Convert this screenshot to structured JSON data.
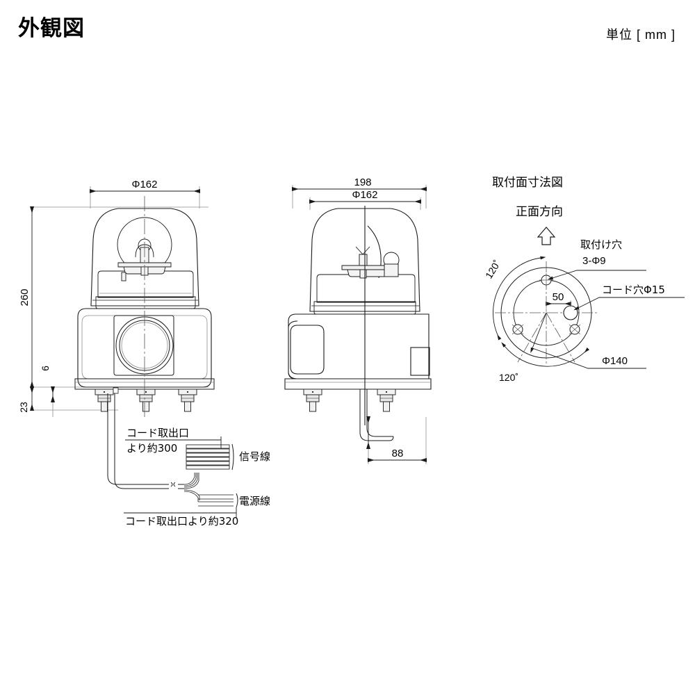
{
  "header": {
    "title": "外観図",
    "unit": "単位 [ mm ]"
  },
  "views": {
    "front": {
      "name": "front-view",
      "dimensions": {
        "width_top": "Φ162",
        "height_total": "260",
        "foot_gap": "6",
        "bottom_offset": "23"
      },
      "cord_labels": {
        "signal_len_line1": "コード取出口",
        "signal_len_line2": "より約300",
        "signal_name": "信号線",
        "power_len": "コード取出口より約320",
        "power_name": "電源線"
      }
    },
    "side": {
      "name": "side-view",
      "dimensions": {
        "width_overall": "198",
        "width_dome": "Φ162",
        "cord_offset": "88"
      }
    },
    "mounting": {
      "name": "mounting-surface-view",
      "title": "取付面寸法図",
      "front_direction": "正面方向",
      "hole_label_line1": "取付け穴",
      "hole_label_line2": "3-Φ9",
      "cord_hole_label": "コード穴Φ15",
      "cord_hole_offset": "50",
      "bolt_circle": "Φ140",
      "angle_upper": "120˚",
      "angle_lower": "120˚"
    }
  },
  "colors": {
    "line": "#1a1a1a",
    "line_light": "#8d8d8d",
    "text": "#000000",
    "background": "#ffffff"
  }
}
